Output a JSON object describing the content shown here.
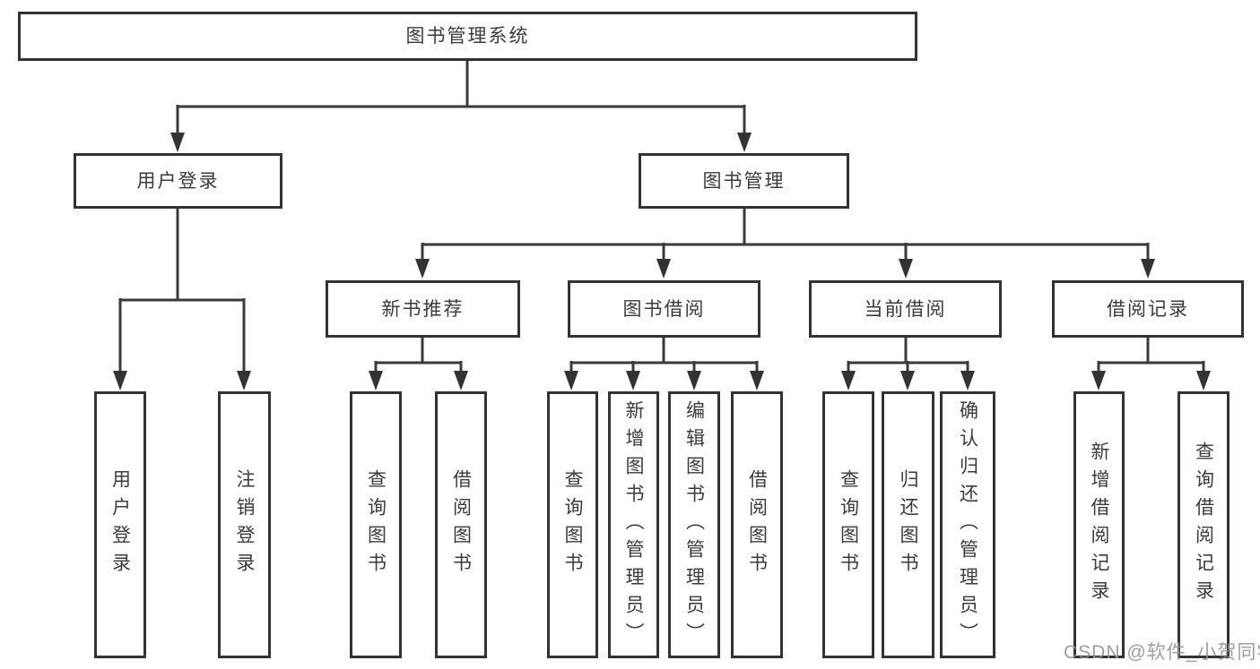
{
  "diagram": {
    "title": "图书管理系统",
    "root": {
      "label": "图书管理系统"
    },
    "level2": [
      {
        "label": "用户登录"
      },
      {
        "label": "图书管理"
      }
    ],
    "level3": [
      {
        "label": "新书推荐"
      },
      {
        "label": "图书借阅"
      },
      {
        "label": "当前借阅"
      },
      {
        "label": "借阅记录"
      }
    ],
    "leaves": {
      "login": [
        {
          "label": "用户登录"
        },
        {
          "label": "注销登录"
        }
      ],
      "newbook": [
        {
          "label": "查询图书"
        },
        {
          "label": "借阅图书"
        }
      ],
      "borrow": [
        {
          "label": "查询图书"
        },
        {
          "label": "新增图书（管理员）"
        },
        {
          "label": "编辑图书（管理员）"
        },
        {
          "label": "借阅图书"
        }
      ],
      "current": [
        {
          "label": "查询图书"
        },
        {
          "label": "归还图书"
        },
        {
          "label": "确认归还（管理员）"
        }
      ],
      "records": [
        {
          "label": "新增借阅记录"
        },
        {
          "label": "查询借阅记录"
        }
      ]
    },
    "watermark": "CSDN @软件_小贺同学",
    "colors": {
      "line": "#3a3a3a",
      "border": "#333333",
      "text": "#3b3b3b",
      "background": "#ffffff",
      "watermark": "#949494"
    }
  }
}
